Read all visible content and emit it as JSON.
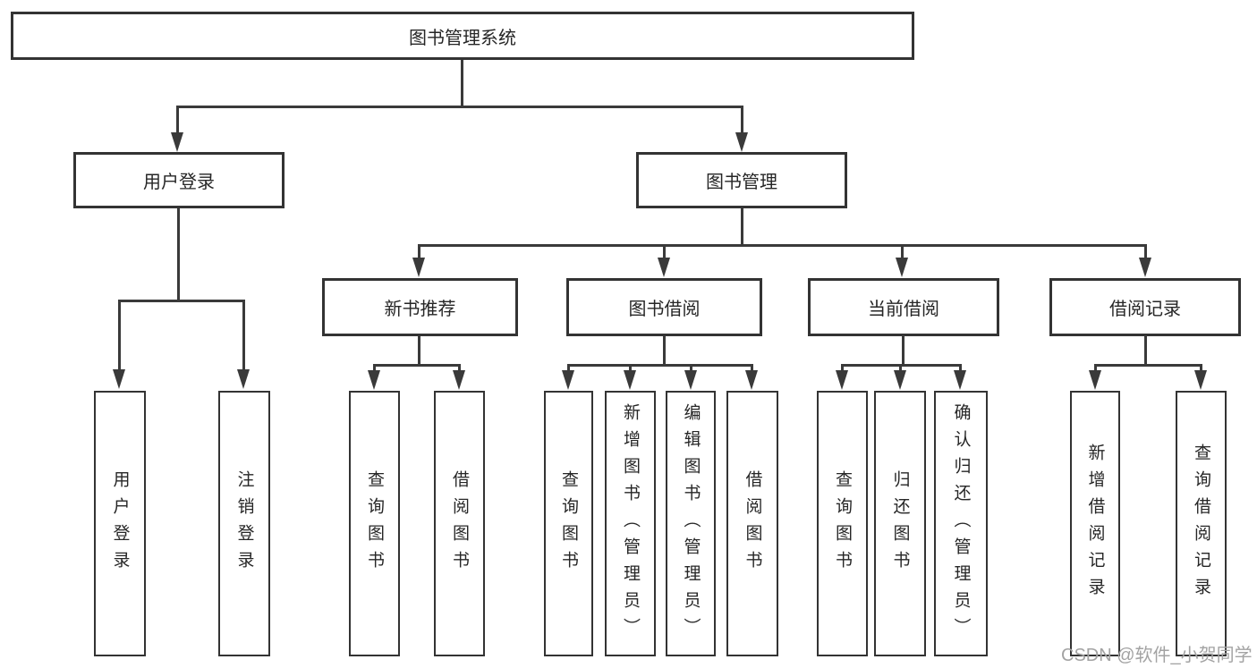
{
  "diagram": {
    "root_label": "图书管理系统",
    "level2": [
      "用户登录",
      "图书管理"
    ],
    "level3": [
      "新书推荐",
      "图书借阅",
      "当前借阅",
      "借阅记录"
    ],
    "leaves": [
      "用户登录",
      "注销登录",
      "查询图书",
      "借阅图书",
      "查询图书",
      "新增图书（管理员）",
      "编辑图书（管理员）",
      "借阅图书",
      "查询图书",
      "归还图书",
      "确认归还（管理员）",
      "新增借阅记录",
      "查询借阅记录"
    ],
    "watermark": "CSDN @软件_小贺同学",
    "colors": {
      "line": "#3a3a3a",
      "box_border": "#333333",
      "text": "#262626",
      "watermark": "#a3a3a3",
      "background": "#ffffff"
    }
  }
}
